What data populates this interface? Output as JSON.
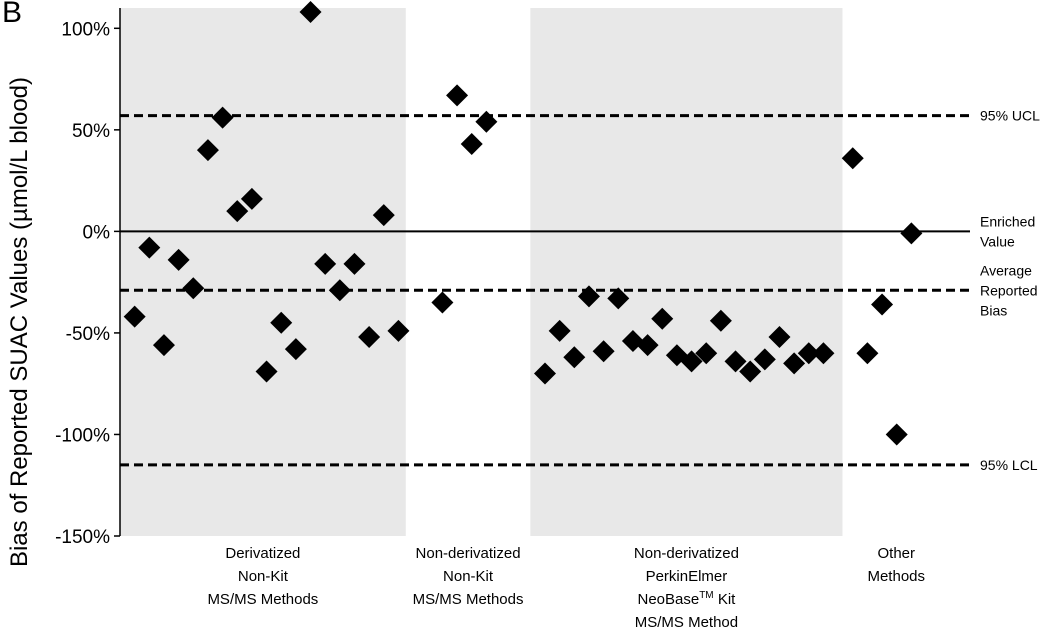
{
  "panel_letter": "B",
  "chart_data": {
    "type": "scatter",
    "ylabel": "Bias of Reported SUAC Values (µmol/L blood)",
    "ylim": [
      -150,
      110
    ],
    "yticks": [
      100,
      50,
      0,
      -50,
      -100,
      -150
    ],
    "ytick_labels": [
      "100%",
      "50%",
      "0%",
      "-50%",
      "-100%",
      "-150%"
    ],
    "xlim": [
      0,
      58
    ],
    "marker": "diamond",
    "marker_color": "#000000",
    "shade_color": "#e8e8e8",
    "groups": [
      {
        "label_lines": [
          "Derivatized",
          "Non-Kit",
          "MS/MS Methods"
        ],
        "label_sup": {},
        "shaded": true,
        "span": [
          0,
          19.5
        ],
        "points": [
          {
            "x": 1,
            "y": -42
          },
          {
            "x": 2,
            "y": -8
          },
          {
            "x": 3,
            "y": -56
          },
          {
            "x": 4,
            "y": -14
          },
          {
            "x": 5,
            "y": -28
          },
          {
            "x": 6,
            "y": 40
          },
          {
            "x": 7,
            "y": 56
          },
          {
            "x": 8,
            "y": 10
          },
          {
            "x": 9,
            "y": 16
          },
          {
            "x": 10,
            "y": -69
          },
          {
            "x": 11,
            "y": -45
          },
          {
            "x": 12,
            "y": -58
          },
          {
            "x": 13,
            "y": 108
          },
          {
            "x": 14,
            "y": -16
          },
          {
            "x": 15,
            "y": -29
          },
          {
            "x": 16,
            "y": -16
          },
          {
            "x": 17,
            "y": -52
          },
          {
            "x": 18,
            "y": 8
          },
          {
            "x": 19,
            "y": -49
          }
        ]
      },
      {
        "label_lines": [
          "Non-derivatized",
          "Non-Kit",
          "MS/MS Methods"
        ],
        "label_sup": {},
        "shaded": false,
        "span": [
          19.5,
          28
        ],
        "points": [
          {
            "x": 22,
            "y": -35
          },
          {
            "x": 23,
            "y": 67
          },
          {
            "x": 24,
            "y": 43
          },
          {
            "x": 25,
            "y": 54
          }
        ]
      },
      {
        "label_lines": [
          "Non-derivatized",
          "PerkinElmer",
          "NeoBase",
          "MS/MS Method"
        ],
        "label_sup": {
          "2": {
            "sup": "TM",
            "suffix": " Kit"
          }
        },
        "shaded": true,
        "span": [
          28,
          49.3
        ],
        "points": [
          {
            "x": 29,
            "y": -70
          },
          {
            "x": 30,
            "y": -49
          },
          {
            "x": 31,
            "y": -62
          },
          {
            "x": 32,
            "y": -32
          },
          {
            "x": 33,
            "y": -59
          },
          {
            "x": 34,
            "y": -33
          },
          {
            "x": 35,
            "y": -54
          },
          {
            "x": 36,
            "y": -56
          },
          {
            "x": 37,
            "y": -43
          },
          {
            "x": 38,
            "y": -61
          },
          {
            "x": 39,
            "y": -64
          },
          {
            "x": 40,
            "y": -60
          },
          {
            "x": 41,
            "y": -44
          },
          {
            "x": 42,
            "y": -64
          },
          {
            "x": 43,
            "y": -69
          },
          {
            "x": 44,
            "y": -63
          },
          {
            "x": 45,
            "y": -52
          },
          {
            "x": 46,
            "y": -65
          },
          {
            "x": 47,
            "y": -60
          },
          {
            "x": 48,
            "y": -60
          }
        ]
      },
      {
        "label_lines": [
          "Other",
          "Methods"
        ],
        "label_sup": {},
        "shaded": false,
        "span": [
          49.3,
          58
        ],
        "points": [
          {
            "x": 50,
            "y": 36
          },
          {
            "x": 51,
            "y": -60
          },
          {
            "x": 52,
            "y": -36
          },
          {
            "x": 53,
            "y": -100
          },
          {
            "x": 54,
            "y": -1
          }
        ]
      }
    ],
    "reference_lines": [
      {
        "y": 57,
        "style": "dashed",
        "label_lines": [
          "95% UCL"
        ]
      },
      {
        "y": 0,
        "style": "solid",
        "label_lines": [
          "Enriched",
          "Value"
        ]
      },
      {
        "y": -29,
        "style": "dashed",
        "label_lines": [
          "Average",
          "Reported",
          "Bias"
        ]
      },
      {
        "y": -115,
        "style": "dashed",
        "label_lines": [
          "95% LCL"
        ]
      }
    ]
  }
}
